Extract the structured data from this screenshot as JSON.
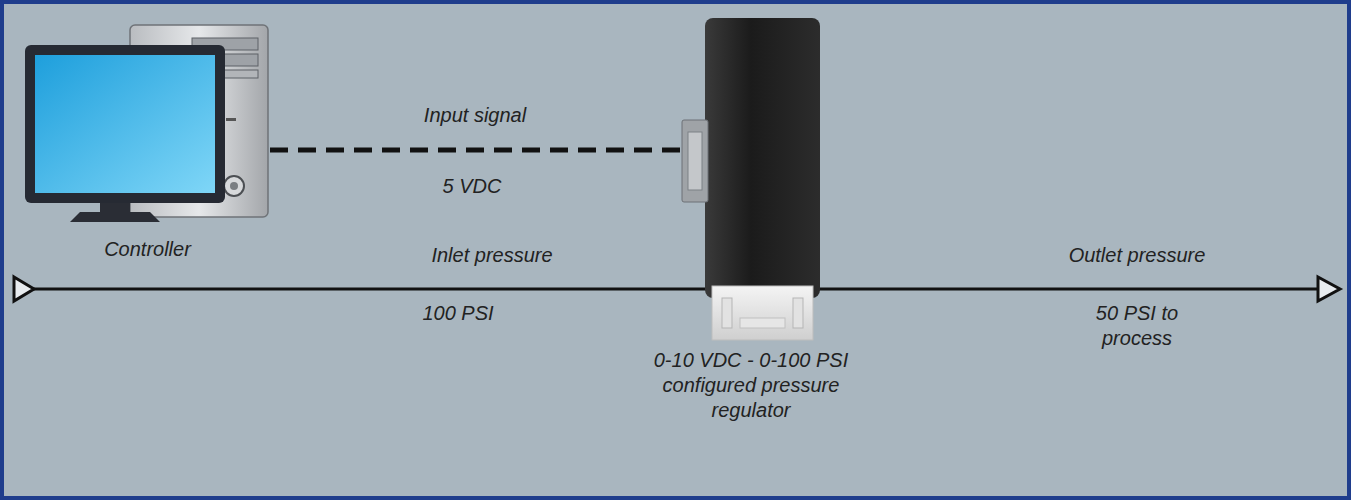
{
  "diagram": {
    "nodes": [
      {
        "text": [
          "Controller"
        ]
      },
      {
        "text": [
          "0-10 VDC - 0-100 PSI configured pressure regulator"
        ]
      }
    ],
    "edges": [
      {
        "from": 0,
        "to": 1,
        "arrow": "none",
        "label": "Input signal"
      }
    ],
    "labels": [
      "5 VDC",
      "Inlet pressure",
      "100 PSI",
      "Outlet pressure",
      "50 PSI to process"
    ]
  }
}
